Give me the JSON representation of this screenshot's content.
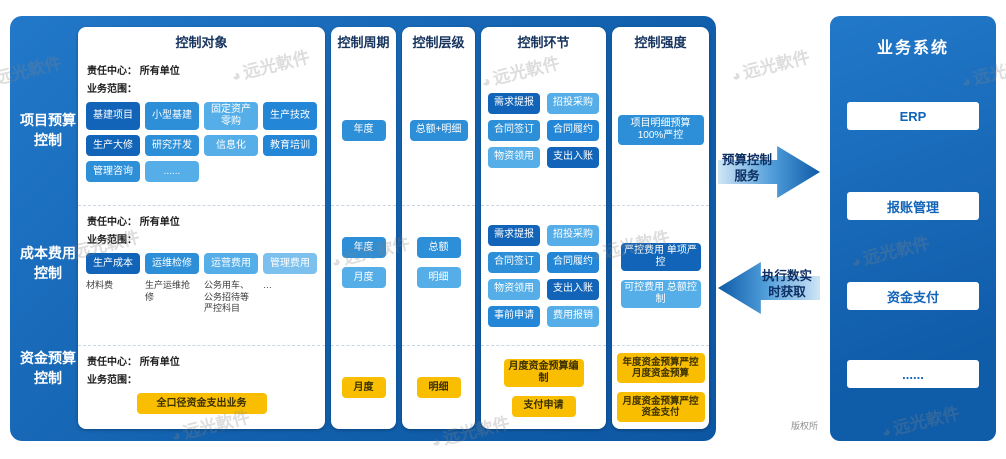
{
  "watermark": "远光軟件",
  "icons": {
    "watermark_logo": "◕"
  },
  "copyright": "版权所",
  "row_labels": [
    "项目预算控制",
    "成本费用控制",
    "资金预算控制"
  ],
  "columns": {
    "object": {
      "header": "控制对象",
      "s1": {
        "center": "责任中心： 所有单位",
        "scope": "业务范围：",
        "tags": [
          {
            "label": "基建项目",
            "color": "#1264b8"
          },
          {
            "label": "小型基建",
            "color": "#2d8fd8"
          },
          {
            "label": "固定资产 零购",
            "color": "#55aee8"
          },
          {
            "label": "生产技改",
            "color": "#2386d6"
          },
          {
            "label": "生产大修",
            "color": "#1264b8"
          },
          {
            "label": "研究开发",
            "color": "#2d8fd8"
          },
          {
            "label": "信息化",
            "color": "#55aee8"
          },
          {
            "label": "教育培训",
            "color": "#2386d6"
          },
          {
            "label": "管理咨询",
            "color": "#2d8fd8"
          },
          {
            "label": "......",
            "color": "#55aee8"
          }
        ]
      },
      "s2": {
        "center": "责任中心： 所有单位",
        "scope": "业务范围：",
        "tags": [
          {
            "label": "生产成本",
            "color": "#1264b8"
          },
          {
            "label": "运维检修",
            "color": "#2d8fd8"
          },
          {
            "label": "运营费用",
            "color": "#55aee8"
          },
          {
            "label": "管理费用",
            "color": "#7cc0ee"
          }
        ],
        "notes": [
          "材料费",
          "生产运维抢修",
          "公务用车、公务招待等严控科目",
          "…"
        ]
      },
      "s3": {
        "center": "责任中心： 所有单位",
        "scope": "业务范围：",
        "tag": {
          "label": "全口径资金支出业务",
          "color": "#f9be00"
        }
      }
    },
    "period": {
      "header": "控制周期",
      "s1": [
        {
          "label": "年度",
          "color": "#2d8fd8"
        }
      ],
      "s2": [
        {
          "label": "年度",
          "color": "#2d8fd8"
        },
        {
          "label": "月度",
          "color": "#55aee8"
        }
      ],
      "s3": [
        {
          "label": "月度",
          "color": "#f9be00"
        }
      ]
    },
    "level": {
      "header": "控制层级",
      "s1": [
        {
          "label": "总额+明细",
          "color": "#2d8fd8"
        }
      ],
      "s2": [
        {
          "label": "总额",
          "color": "#2d8fd8"
        },
        {
          "label": "明细",
          "color": "#55aee8"
        }
      ],
      "s3": [
        {
          "label": "明细",
          "color": "#f9be00"
        }
      ]
    },
    "links": {
      "header": "控制环节",
      "s1": [
        {
          "label": "需求提报",
          "color": "#1264b8"
        },
        {
          "label": "招投采购",
          "color": "#55aee8"
        },
        {
          "label": "合同签订",
          "color": "#2d8fd8"
        },
        {
          "label": "合同履约",
          "color": "#2386d6"
        },
        {
          "label": "物资领用",
          "color": "#55aee8"
        },
        {
          "label": "支出入账",
          "color": "#1264b8"
        }
      ],
      "s2": [
        {
          "label": "需求提报",
          "color": "#1264b8"
        },
        {
          "label": "招投采购",
          "color": "#55aee8"
        },
        {
          "label": "合同签订",
          "color": "#2d8fd8"
        },
        {
          "label": "合同履约",
          "color": "#2386d6"
        },
        {
          "label": "物资领用",
          "color": "#55aee8"
        },
        {
          "label": "支出入账",
          "color": "#1264b8"
        },
        {
          "label": "事前申请",
          "color": "#2386d6"
        },
        {
          "label": "费用报销",
          "color": "#55aee8"
        }
      ],
      "s3": [
        {
          "label": "月度资金预算编制",
          "color": "#f9be00"
        },
        {
          "label": "支付申请",
          "color": "#f9be00"
        }
      ]
    },
    "strength": {
      "header": "控制强度",
      "s1": [
        {
          "label": "项目明细预算 100%严控",
          "color": "#2d8fd8"
        }
      ],
      "s2": [
        {
          "label": "严控费用 单项严控",
          "color": "#1264b8"
        },
        {
          "label": "可控费用 总额控制",
          "color": "#55aee8"
        }
      ],
      "s3": [
        {
          "label": "年度资金预算严控 月度资金预算",
          "color": "#f9be00"
        },
        {
          "label": "月度资金预算严控 资金支付",
          "color": "#f9be00"
        }
      ]
    }
  },
  "arrows": {
    "service": "预算控制服务",
    "fetch": "执行数实时获取"
  },
  "business_system": {
    "title": "业务系统",
    "items": [
      "ERP",
      "报账管理",
      "资金支付",
      "......"
    ]
  }
}
